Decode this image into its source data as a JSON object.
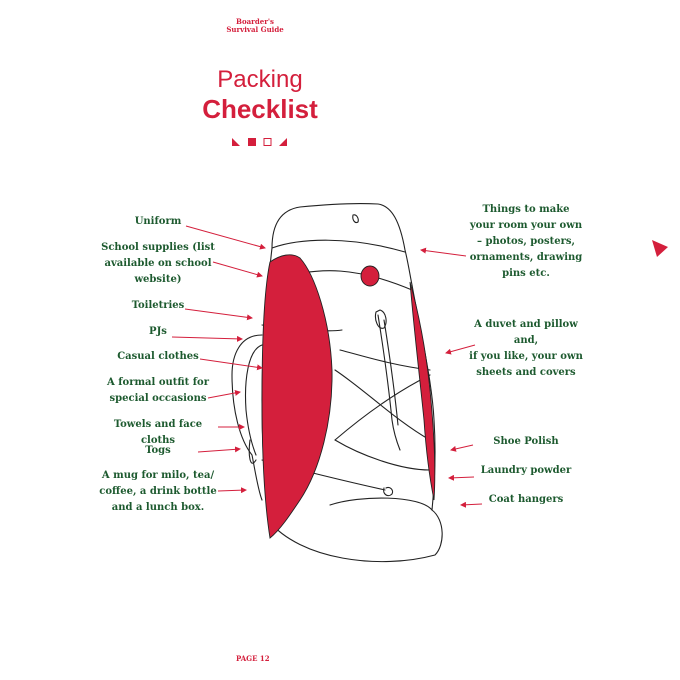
{
  "header": {
    "guide_title_line1": "Boarder's",
    "guide_title_line2": "Survival Guide"
  },
  "title": {
    "light": "Packing",
    "bold": "Checklist"
  },
  "labels_left": {
    "uniform": "Uniform",
    "school_supplies": [
      "School supplies (list",
      "available on school",
      "website)"
    ],
    "toiletries": "Toiletries",
    "pjs": "PJs",
    "casual_clothes": "Casual clothes",
    "formal_outfit": [
      "A formal outfit for",
      "special occasions"
    ],
    "towels": "Towels and face cloths",
    "togs": "Togs",
    "mug": [
      "A mug for milo, tea/",
      "coffee, a drink bottle",
      "and a lunch box."
    ]
  },
  "labels_right": {
    "room_things": [
      "Things to make",
      "your room your own",
      "– photos, posters,",
      "ornaments, drawing",
      "pins etc."
    ],
    "duvet": [
      "A duvet and pillow and,",
      "if you like, your own",
      "sheets and covers"
    ],
    "shoe_polish": "Shoe Polish",
    "laundry_powder": "Laundry powder",
    "coat_hangers": "Coat hangers"
  },
  "footer": {
    "page_label": "PAGE 12"
  },
  "colors": {
    "accent_red": "#d41f3c",
    "label_green": "#1d5a2f",
    "outline": "#222222"
  }
}
